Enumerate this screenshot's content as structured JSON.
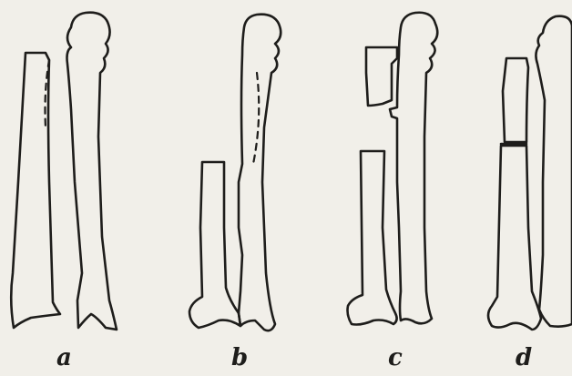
{
  "figure": {
    "panels": [
      {
        "id": "a",
        "label": "a"
      },
      {
        "id": "b",
        "label": "b"
      },
      {
        "id": "c",
        "label": "c"
      },
      {
        "id": "d",
        "label": "d"
      }
    ]
  },
  "colors": {
    "background": "#f1efe9",
    "ink": "#1e1d1b"
  }
}
